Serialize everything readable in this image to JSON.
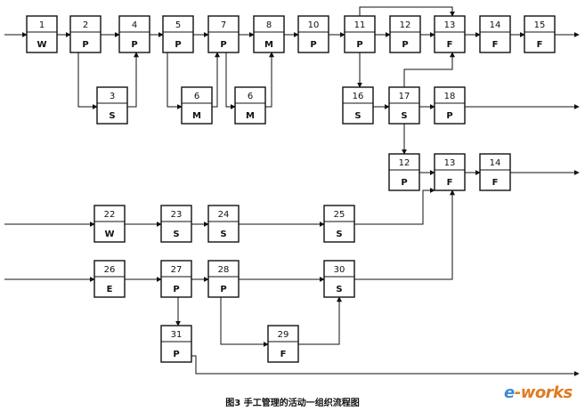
{
  "diagram": {
    "caption": "图3 手工管理的活动一组织流程图",
    "watermark": "e-works",
    "nodes": [
      {
        "id": "1",
        "type": "W"
      },
      {
        "id": "2",
        "type": "P"
      },
      {
        "id": "4",
        "type": "P"
      },
      {
        "id": "5",
        "type": "P"
      },
      {
        "id": "7",
        "type": "P"
      },
      {
        "id": "8",
        "type": "M"
      },
      {
        "id": "10",
        "type": "P"
      },
      {
        "id": "11",
        "type": "P"
      },
      {
        "id": "12",
        "type": "P"
      },
      {
        "id": "13",
        "type": "F"
      },
      {
        "id": "14",
        "type": "F"
      },
      {
        "id": "15",
        "type": "F"
      },
      {
        "id": "3",
        "type": "S"
      },
      {
        "id": "6",
        "type": "M"
      },
      {
        "id": "6",
        "type": "M"
      },
      {
        "id": "16",
        "type": "S"
      },
      {
        "id": "17",
        "type": "S"
      },
      {
        "id": "18",
        "type": "P"
      },
      {
        "id": "12",
        "type": "P"
      },
      {
        "id": "13",
        "type": "F"
      },
      {
        "id": "14",
        "type": "F"
      },
      {
        "id": "22",
        "type": "W"
      },
      {
        "id": "23",
        "type": "S"
      },
      {
        "id": "24",
        "type": "S"
      },
      {
        "id": "25",
        "type": "S"
      },
      {
        "id": "26",
        "type": "E"
      },
      {
        "id": "27",
        "type": "P"
      },
      {
        "id": "28",
        "type": "P"
      },
      {
        "id": "30",
        "type": "S"
      },
      {
        "id": "31",
        "type": "P"
      },
      {
        "id": "29",
        "type": "F"
      }
    ]
  }
}
